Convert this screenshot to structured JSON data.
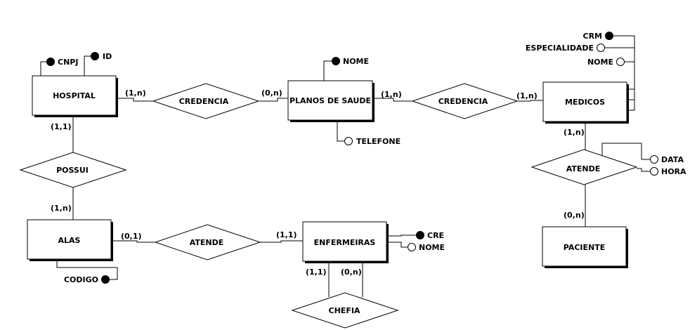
{
  "entities": {
    "hospital": "HOSPITAL",
    "planos": "PLANOS DE SAUDE",
    "medicos": "MEDICOS",
    "alas": "ALAS",
    "enfermeiras": "ENFERMEIRAS",
    "paciente": "PACIENTE"
  },
  "relationships": {
    "credencia1": "CREDENCIA",
    "credencia2": "CREDENCIA",
    "possui": "POSSUI",
    "atende_alas": "ATENDE",
    "atende_medicos": "ATENDE",
    "chefia": "CHEFIA"
  },
  "attributes": {
    "cnpj": {
      "label": "CNPJ",
      "key": true
    },
    "id": {
      "label": "ID",
      "key": true
    },
    "planos_nome": {
      "label": "NOME",
      "key": true
    },
    "telefone": {
      "label": "TELEFONE",
      "key": false
    },
    "crm": {
      "label": "CRM",
      "key": true
    },
    "especialidade": {
      "label": "ESPECIALIDADE",
      "key": false
    },
    "medicos_nome": {
      "label": "NOME",
      "key": false
    },
    "data": {
      "label": "DATA",
      "key": false
    },
    "hora": {
      "label": "HORA",
      "key": false
    },
    "codigo": {
      "label": "CODIGO",
      "key": true
    },
    "cre": {
      "label": "CRE",
      "key": true
    },
    "enf_nome": {
      "label": "NOME",
      "key": false
    }
  },
  "cardinalities": {
    "hospital_credencia": "(1,n)",
    "planos_credencia": "(0,n)",
    "planos_credencia2": "(1,n)",
    "medicos_credencia2": "(1,n)",
    "hospital_possui": "(1,1)",
    "alas_possui": "(1,n)",
    "alas_atende": "(0,1)",
    "enf_atende": "(1,1)",
    "enf_chefia_left": "(1,1)",
    "enf_chefia_right": "(0,n)",
    "medicos_atende": "(1,n)",
    "paciente_atende": "(0,n)"
  }
}
